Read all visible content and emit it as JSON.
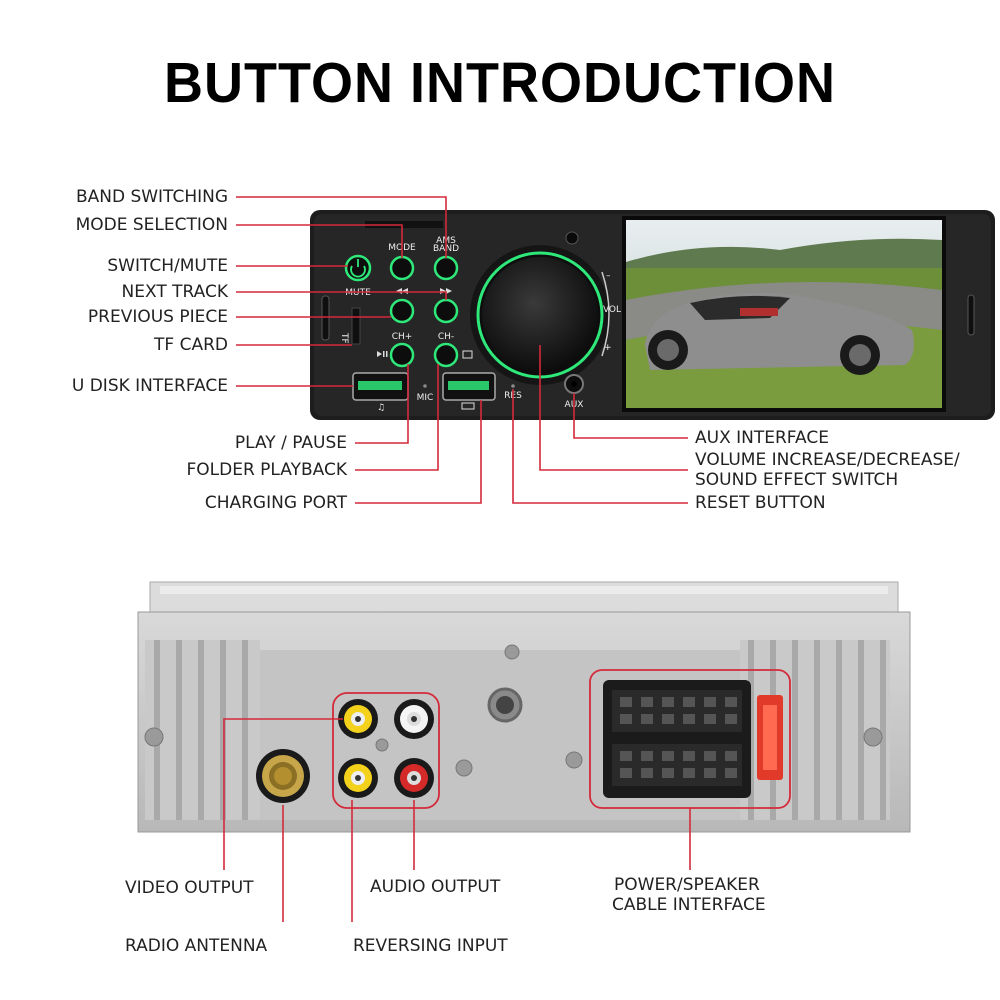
{
  "title": "BUTTON INTRODUCTION",
  "colors": {
    "callout": "#d42a3a",
    "button_glow": "#2ee87a",
    "panel": "#1c1c1c"
  },
  "front_labels": {
    "band_switching": "BAND SWITCHING",
    "mode_selection": "MODE SELECTION",
    "switch_mute": "SWITCH/MUTE",
    "next_track": "NEXT TRACK",
    "previous_piece": "PREVIOUS PIECE",
    "tf_card": "TF CARD",
    "u_disk_interface": "U DISK INTERFACE",
    "play_pause": "PLAY / PAUSE",
    "folder_playback": "FOLDER PLAYBACK",
    "charging_port": "CHARGING PORT",
    "aux_interface": "AUX INTERFACE",
    "volume_line1": "VOLUME INCREASE/DECREASE/",
    "volume_line2": "SOUND EFFECT SWITCH",
    "reset_button": "RESET BUTTON"
  },
  "device_text": {
    "mode": "MODE",
    "ams_band_1": "AMS",
    "ams_band_2": "BAND",
    "mute": "MUTE",
    "ch_plus": "CH+",
    "ch_minus": "CH-",
    "tf": "TF",
    "mic": "MIC",
    "res": "RES",
    "aux": "AUX",
    "vol": "VOL",
    "minus": "–",
    "plus": "+"
  },
  "rear_labels": {
    "video_output": "VIDEO OUTPUT",
    "radio_antenna": "RADIO ANTENNA",
    "audio_output": "AUDIO OUTPUT",
    "reversing_input": "REVERSING INPUT",
    "power_line1": "POWER/SPEAKER",
    "power_line2": "CABLE INTERFACE"
  }
}
